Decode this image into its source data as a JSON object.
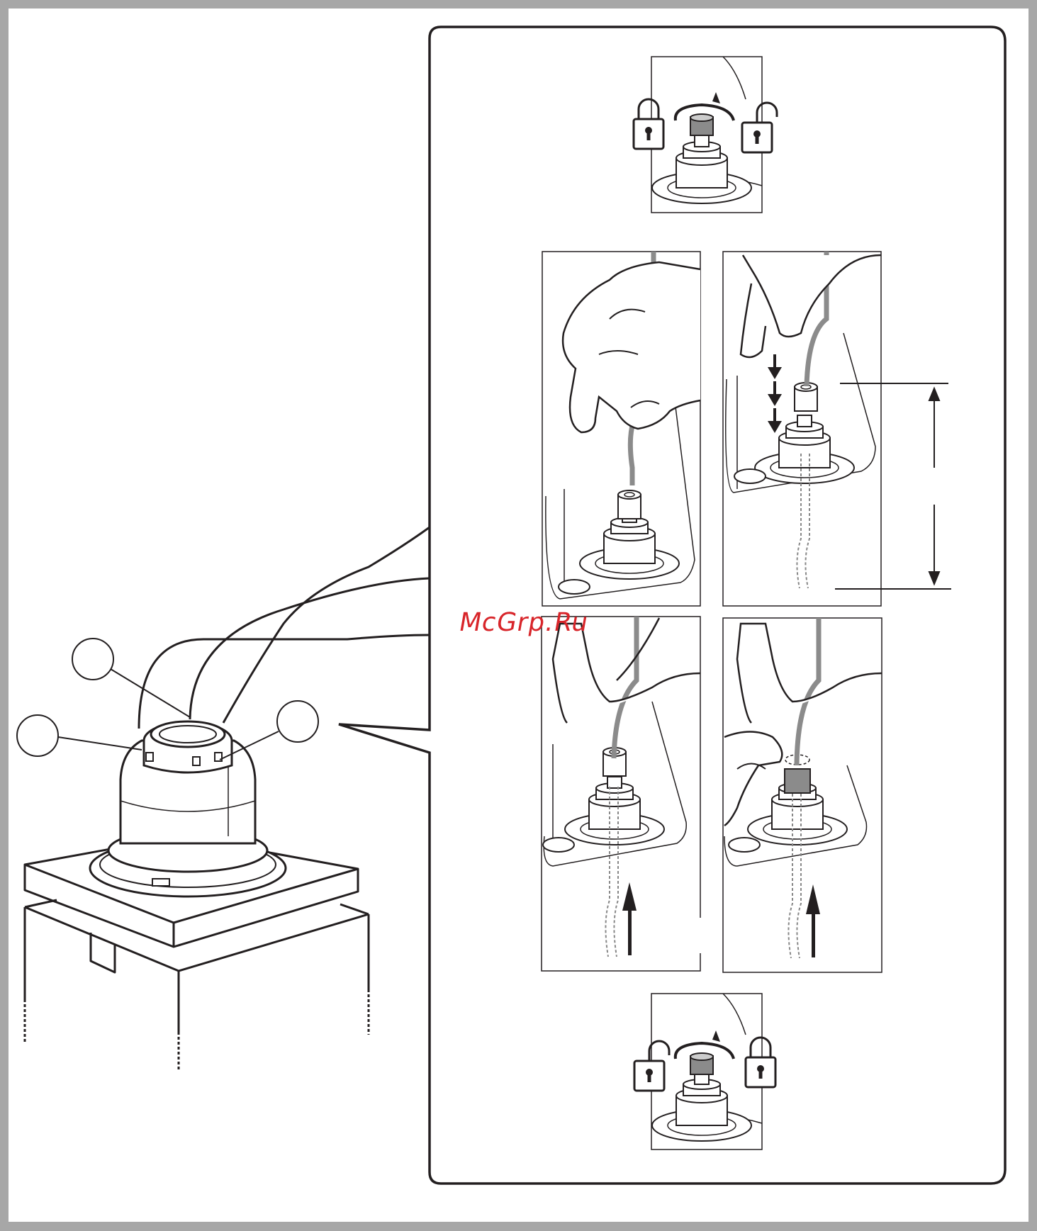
{
  "watermark": {
    "text": "McGrp.Ru"
  },
  "callouts": [
    {
      "id": "callout-1",
      "label": ""
    },
    {
      "id": "callout-2",
      "label": ""
    },
    {
      "id": "callout-3",
      "label": ""
    }
  ],
  "steps": [
    {
      "id": "unlock-collar",
      "icons": [
        "locked-padlock-icon",
        "rotate-arrow-icon",
        "unlocked-padlock-icon"
      ]
    },
    {
      "id": "insert-rod",
      "icons": [
        "hand-icon"
      ]
    },
    {
      "id": "push-down",
      "icons": [
        "down-arrows-icon",
        "distance-dimension-icon"
      ]
    },
    {
      "id": "pull-up",
      "icons": [
        "up-arrow-icon"
      ]
    },
    {
      "id": "hold-and-pull",
      "icons": [
        "up-arrow-icon"
      ]
    },
    {
      "id": "lock-collar",
      "icons": [
        "unlocked-padlock-icon",
        "rotate-arrow-icon",
        "locked-padlock-icon"
      ]
    }
  ],
  "colors": {
    "line": "#231f20",
    "rod": "#8b8b8b",
    "accent": "#d8252a",
    "frame_bg": "#a7a7a7"
  }
}
